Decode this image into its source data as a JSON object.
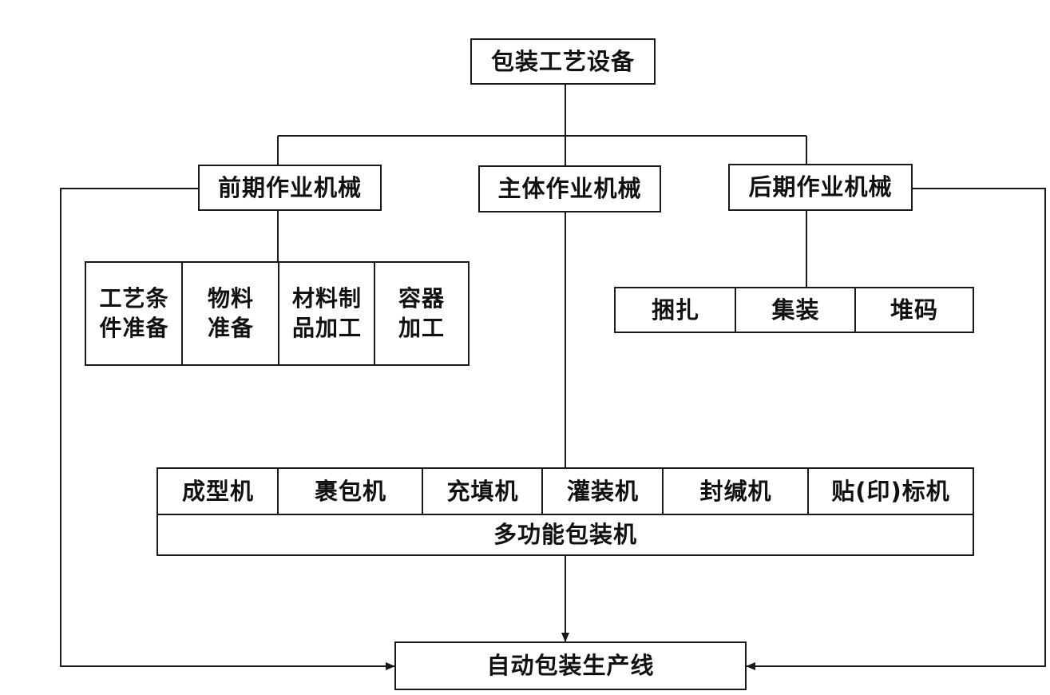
{
  "root": "包装工艺设备",
  "categories": {
    "pre": "前期作业机械",
    "main": "主体作业机械",
    "post": "后期作业机械"
  },
  "pre_items": [
    "工艺条\n件准备",
    "物料\n准备",
    "材料制\n品加工",
    "容器\n加工"
  ],
  "post_items": [
    "捆扎",
    "集装",
    "堆码"
  ],
  "machines": [
    "成型机",
    "裹包机",
    "充填机",
    "灌装机",
    "封缄机",
    "贴(印)标机"
  ],
  "multi": "多功能包装机",
  "output": "自动包装生产线"
}
